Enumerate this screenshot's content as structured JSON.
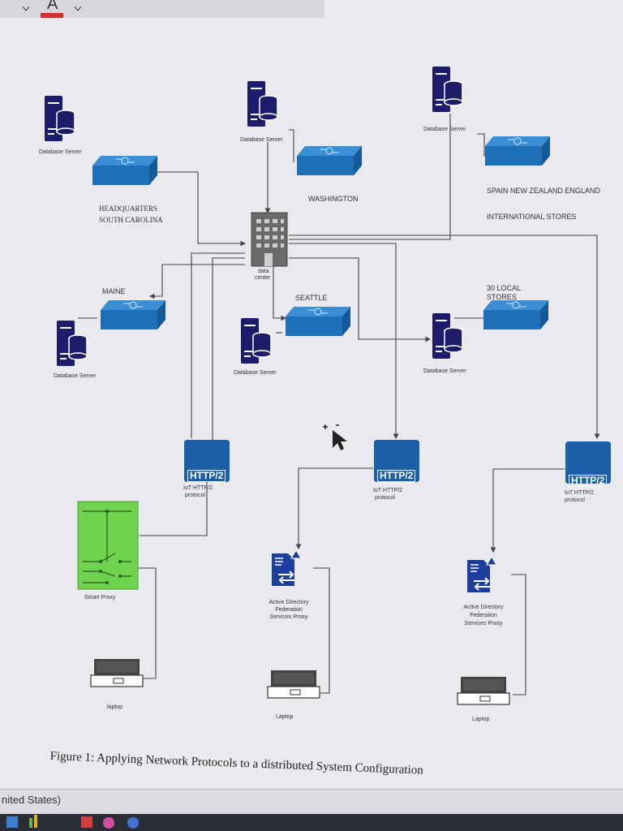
{
  "toolbar": {
    "font_color_label": "A"
  },
  "labels": {
    "db_hq": "Database Server",
    "db_wa": "Database Server",
    "db_intl": "Database Server",
    "db_maine": "Database Server",
    "db_seattle": "Database Server",
    "db_local": "Database Server",
    "hq_1": "HEADQUARTERS",
    "hq_2": "SOUTH CAROLINA",
    "washington": "WASHINGTON",
    "intl_1": "SPAIN NEW ZEALAND ENGLAND",
    "intl_2": "INTERNATIONAL STORES",
    "maine": "MAINE",
    "seattle": "SEATTLE",
    "local_1": "30 LOCAL",
    "local_2": "STORES",
    "dc_1": "data",
    "dc_2": "center",
    "http": "HTTP/2",
    "iot_1": "IoT HTTP/2",
    "iot_2": "protocol",
    "smart_proxy": "Smart Proxy",
    "adfs_1": "Active Directory",
    "adfs_2": "Federation",
    "adfs_3": "Services Proxy",
    "laptop_1": "laptop",
    "laptop_2": "Laptop",
    "laptop_3": "Laptop"
  },
  "caption": "Figure 1: Applying Network Protocols to a distributed System Configuration",
  "status": "nited States)",
  "colors": {
    "server": "#1c1c6b",
    "switch": "#1d6fb8",
    "http": "#1a5fa8",
    "proxy": "#6fd34f",
    "datacenter": "#6a6a6a",
    "line": "#444444"
  }
}
